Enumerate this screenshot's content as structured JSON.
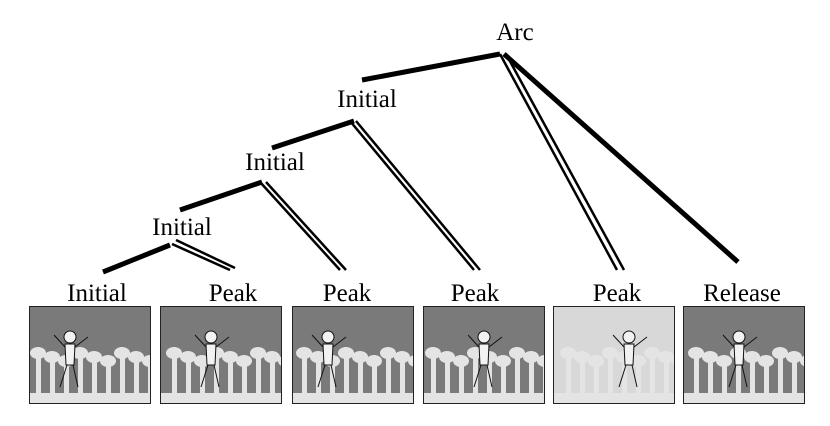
{
  "root": {
    "label": "Arc"
  },
  "internal_nodes": [
    {
      "label": "Initial"
    },
    {
      "label": "Initial"
    },
    {
      "label": "Initial"
    }
  ],
  "leaves": [
    {
      "label": "Initial",
      "panel": "figure-crouching-on-branch"
    },
    {
      "label": "Peak",
      "panel": "figure-leaping-toward-vine"
    },
    {
      "label": "Peak",
      "panel": "figure-hanging-from-vine"
    },
    {
      "label": "Peak",
      "panel": "figure-swinging-on-vine"
    },
    {
      "label": "Peak",
      "panel": "figure-crashing-into-tree"
    },
    {
      "label": "Release",
      "panel": "figure-sitting-in-bushes"
    }
  ],
  "colors": {
    "line": "#000000",
    "panel_bg": "#7a7a7a",
    "tree": "#e8e8e8"
  }
}
